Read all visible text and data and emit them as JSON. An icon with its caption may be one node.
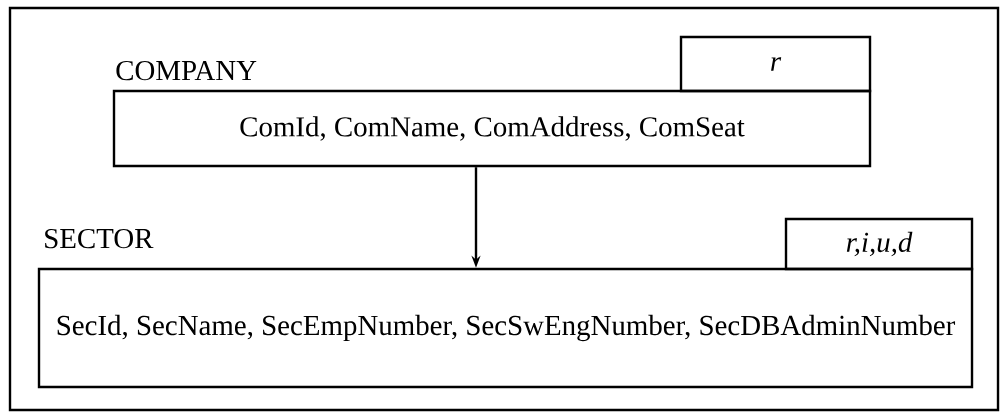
{
  "diagram": {
    "nodes": [
      {
        "text": [],
        "shape": "box"
      },
      {
        "text": [
          "COMPANY",
          "ComId, ComName, ComAddress, ComSeat"
        ],
        "in": 0
      },
      {
        "text": [
          "r"
        ],
        "in": 0
      },
      {
        "text": [
          "SECTOR",
          "SecId, SecName, SecEmpNumber, SecSwEngNumber, SecDBAdminNumber"
        ],
        "in": 0
      },
      {
        "text": [
          "r,i,u,d"
        ],
        "in": 0
      }
    ],
    "edges": [
      {
        "from": 1,
        "to": 3,
        "arrow": "to"
      }
    ]
  }
}
